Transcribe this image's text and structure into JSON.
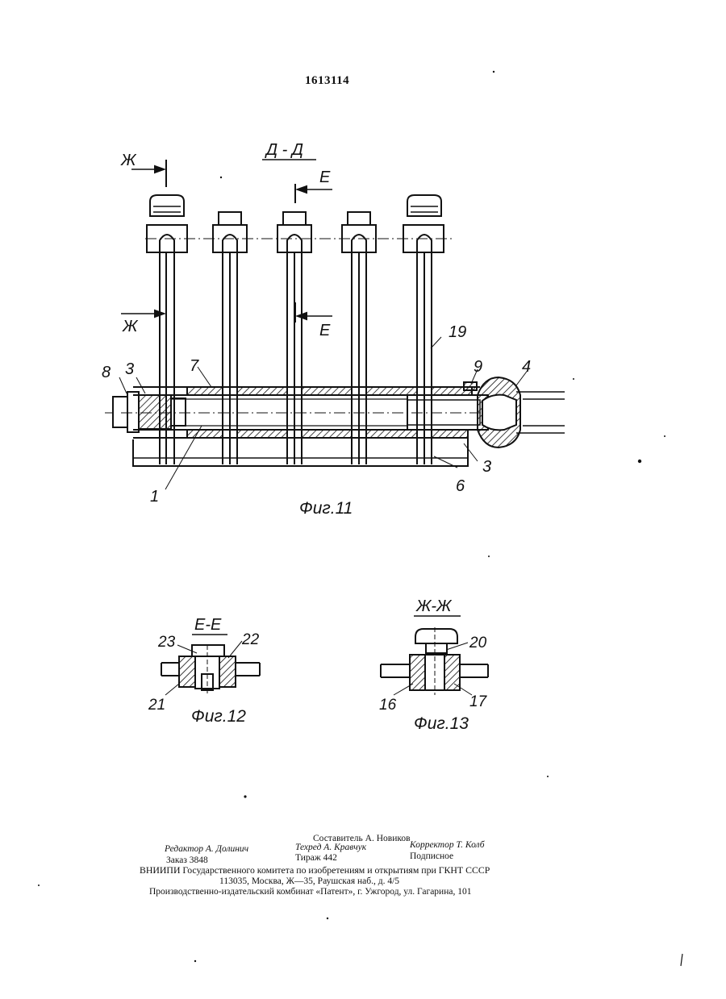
{
  "document_number": "1613114",
  "figures": {
    "fig11": {
      "caption": "Фиг.11",
      "section_label": "Д - Д",
      "cut_marks": [
        "Ж",
        "Е",
        "Ж",
        "Е"
      ],
      "callouts": [
        "8",
        "3",
        "7",
        "19",
        "9",
        "4",
        "1",
        "6",
        "3"
      ]
    },
    "fig12": {
      "caption": "Фиг.12",
      "section_label": "Е-Е",
      "callouts": [
        "23",
        "22",
        "21"
      ]
    },
    "fig13": {
      "caption": "Фиг.13",
      "section_label": "Ж-Ж",
      "callouts": [
        "20",
        "16",
        "17"
      ]
    }
  },
  "colophon": {
    "compiler": "Составитель А. Новиков",
    "editor": "Редактор А. Долинич",
    "tech_editor": "Техред А. Кравчук",
    "corrector": "Корректор Т. Колб",
    "order": "Заказ 3848",
    "circulation": "Тираж 442",
    "subscription": "Подписное",
    "institute": "ВНИИПИ Государственного комитета по изобретениям и открытиям при ГКНТ СССР",
    "address": "113035, Москва, Ж—35, Раушская наб., д. 4/5",
    "publisher": "Производственно-издательский комбинат «Патент», г. Ужгород, ул. Гагарина, 101"
  }
}
